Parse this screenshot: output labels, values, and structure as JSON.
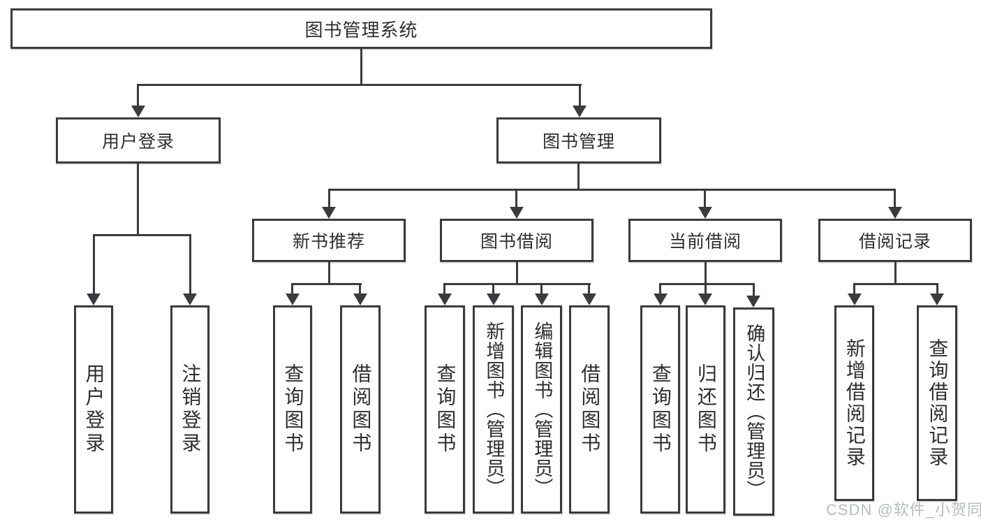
{
  "diagram": {
    "root_label": "图书管理系统",
    "user_branch": {
      "label": "用户登录",
      "children": [
        "用户登录",
        "注销登录"
      ]
    },
    "book_branch": {
      "label": "图书管理",
      "modules": [
        {
          "label": "新书推荐",
          "children": [
            "查询图书",
            "借阅图书"
          ]
        },
        {
          "label": "图书借阅",
          "children": [
            "查询图书",
            "新增图书（管理员）",
            "编辑图书（管理员）",
            "借阅图书"
          ]
        },
        {
          "label": "当前借阅",
          "children": [
            "查询图书",
            "归还图书",
            "确认归还（管理员）"
          ]
        },
        {
          "label": "借阅记录",
          "children": [
            "新增借阅记录",
            "查询借阅记录"
          ]
        }
      ]
    },
    "watermark": "CSDN @软件_小贺同学",
    "colors": {
      "line": "#3b3b3d",
      "border": "#3b3b3d",
      "text": "#2e2e30",
      "watermark": "#b9bcc0",
      "background": "#ffffff"
    }
  }
}
